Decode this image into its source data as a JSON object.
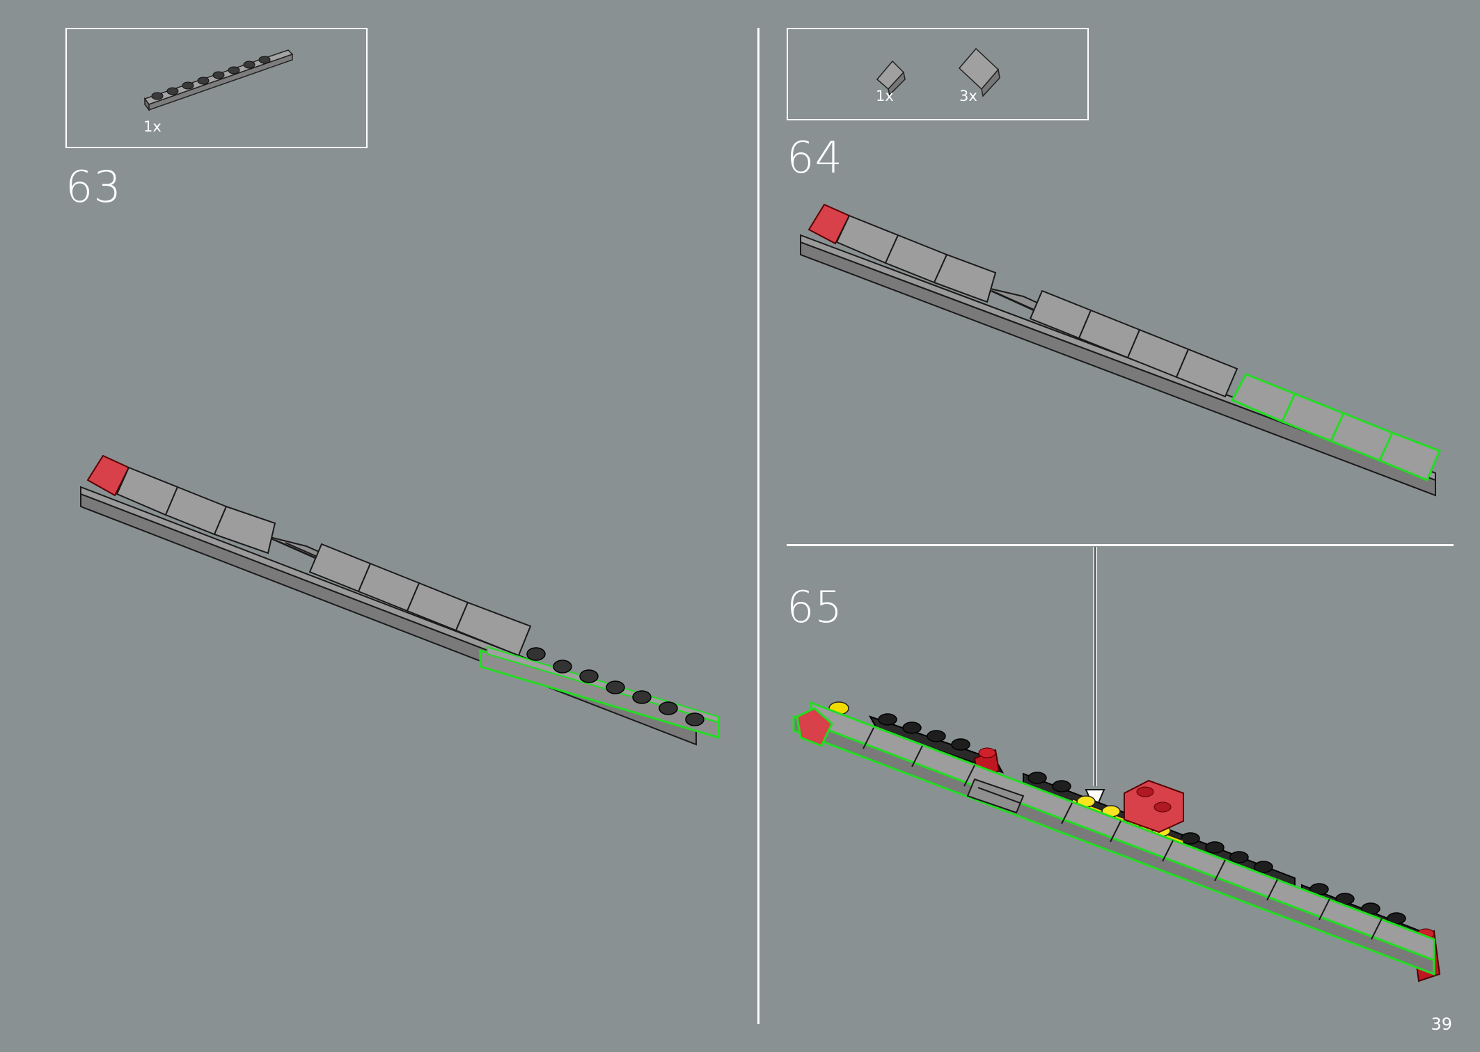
{
  "page": {
    "number": "39"
  },
  "steps": [
    {
      "number": "63",
      "parts": [
        {
          "qty": "1x",
          "icon": "plate-1x8-icon"
        }
      ]
    },
    {
      "number": "64",
      "parts": [
        {
          "qty": "1x",
          "icon": "slope-small-icon"
        },
        {
          "qty": "3x",
          "icon": "slope-large-icon"
        }
      ]
    },
    {
      "number": "65",
      "parts": []
    }
  ],
  "colors": {
    "background": "#8a9193",
    "brick_gray": "#9a9a9a",
    "highlight": "#22dd22",
    "trans_red": "#e0303a",
    "yellow": "#f2dc00",
    "dark": "#1e1e1e"
  }
}
